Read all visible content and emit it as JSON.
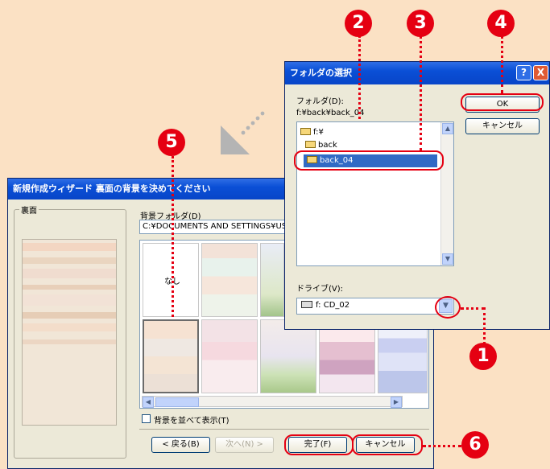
{
  "wizard": {
    "title": "新規作成ウィザード 裏面の背景を決めてください",
    "back_side_label": "裏面",
    "folder_label": "背景フォルダ(D)",
    "folder_path": "C:¥DOCUMENTS AND SETTINGS¥US",
    "none_thumb": "なし",
    "tile_checkbox_label": "背景を並べて表示(T)",
    "buttons": {
      "back": "< 戻る(B)",
      "next": "次へ(N) >",
      "finish": "完了(F)",
      "cancel": "キャンセル"
    }
  },
  "folder_dialog": {
    "title": "フォルダの選択",
    "folder_label": "フォルダ(D):",
    "current_path": "f:¥back¥back_04",
    "tree": [
      {
        "label": "f:¥",
        "level": 0
      },
      {
        "label": "back",
        "level": 1
      },
      {
        "label": "back_04",
        "level": 2,
        "selected": true
      }
    ],
    "ok": "OK",
    "cancel": "キャンセル",
    "drive_label": "ドライブ(V):",
    "drive_value": "f: CD_02",
    "help": "?",
    "close": "X"
  },
  "callouts": [
    "1",
    "2",
    "3",
    "4",
    "5",
    "6"
  ],
  "colors": {
    "background": "#fbe1c4",
    "callout": "#e50012",
    "titlebar": "#0a4fd6",
    "selection": "#316ac5"
  }
}
